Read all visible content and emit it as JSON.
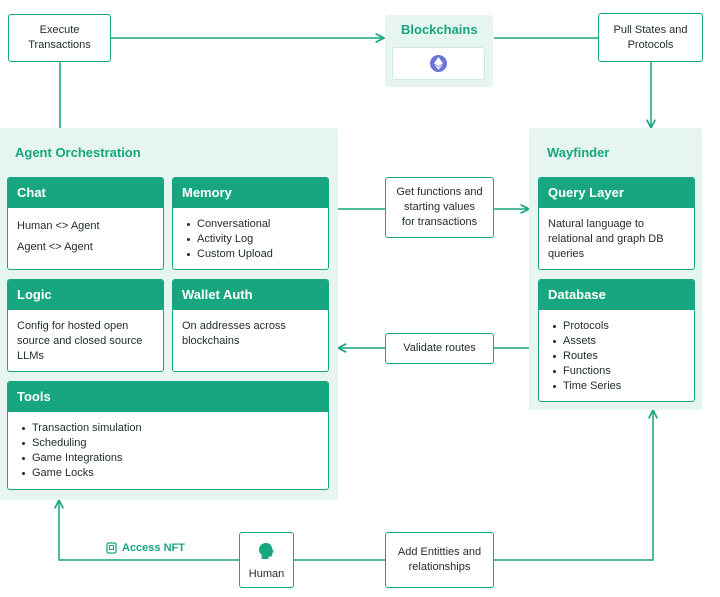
{
  "nodes": {
    "execute": [
      "Execute",
      "Transactions"
    ],
    "blockchains": "Blockchains",
    "pull_states": [
      "Pull States and",
      "Protocols"
    ],
    "get_functions": [
      "Get functions and",
      "starting values",
      "for transactions"
    ],
    "validate_routes": "Validate routes",
    "add_entities": [
      "Add Entitties and",
      "relationships"
    ],
    "human": "Human",
    "access_nft": "Access NFT"
  },
  "agent_orchestration": {
    "title": "Agent Orchestration",
    "chat": {
      "title": "Chat",
      "lines": [
        "Human <> Agent",
        "Agent <> Agent"
      ]
    },
    "memory": {
      "title": "Memory",
      "items": [
        "Conversational",
        "Activity Log",
        "Custom Upload"
      ]
    },
    "logic": {
      "title": "Logic",
      "text": [
        "Config for hosted open",
        "source and closed source",
        "LLMs"
      ]
    },
    "wallet_auth": {
      "title": "Wallet Auth",
      "text": [
        "On addresses across",
        "blockchains"
      ]
    },
    "tools": {
      "title": "Tools",
      "items": [
        "Transaction simulation",
        "Scheduling",
        "Game Integrations",
        "Game Locks"
      ]
    }
  },
  "wayfinder": {
    "title": "Wayfinder",
    "query_layer": {
      "title": "Query Layer",
      "text": [
        "Natural language to",
        "relational and graph DB",
        "queries"
      ]
    },
    "database": {
      "title": "Database",
      "items": [
        "Protocols",
        "Assets",
        "Routes",
        "Functions",
        "Time Series"
      ]
    }
  },
  "icons": {
    "blockchain": "ethereum-icon",
    "human": "human-head-icon",
    "nft": "nft-card-icon"
  },
  "colors": {
    "accent": "#17a67f",
    "panel": "#e6f5f0",
    "eth": "#6a75d8"
  }
}
